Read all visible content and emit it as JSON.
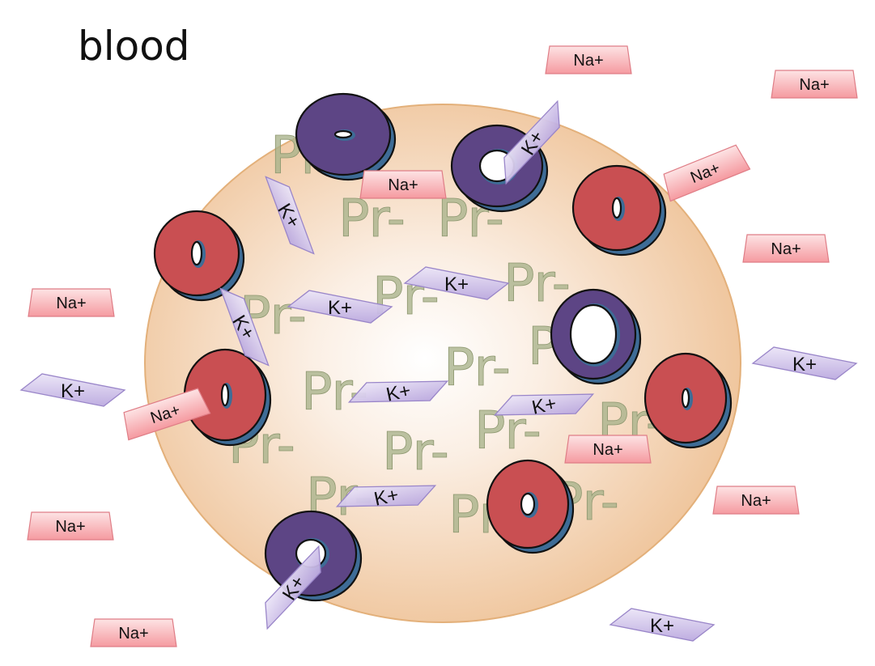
{
  "title": "blood",
  "ion_labels": {
    "sodium": "Na+",
    "potassium": "K+",
    "protein": "Pr-"
  },
  "colors": {
    "cell_fill_center": "#ffffff",
    "cell_fill_edge": "#f1c9a1",
    "cell_outline": "#e3b07a",
    "sodium_fill": "#f6a3a8",
    "potassium_fill": "#c4b4e4",
    "pump_red": "#c94f52",
    "pump_purple": "#5d4585",
    "pump_rim": "#3e6c96",
    "protein_text": "#a8b28a"
  }
}
